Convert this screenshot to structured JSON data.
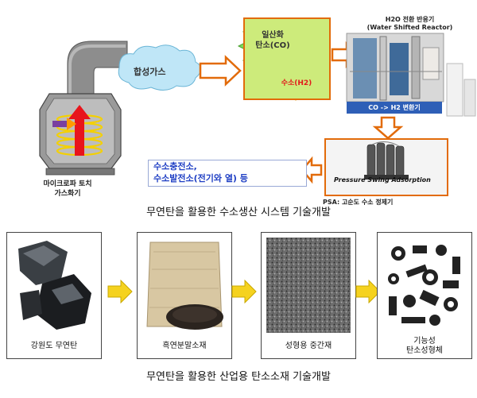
{
  "top": {
    "gasifier_label": [
      "마이크로파 토치",
      "가스화기"
    ],
    "syngas_label": "합성가스",
    "co_label": [
      "일산화",
      "탄소(CO)"
    ],
    "h2_label": "수소(H2)",
    "reactor_title": [
      "H2O 전환 반응기",
      "(Water Shifted Reactor)"
    ],
    "reactor_sub": "CO -> H2 변환기",
    "psa_inner": "Pressure Swing Adsorption",
    "psa_label": "PSA: 고순도 수소 정제기",
    "applications": [
      "수소충전소,",
      "수소발전소(전기와 열) 등"
    ],
    "caption": "무연탄을 활용한 수소생산 시스템 기술개발"
  },
  "bottom": {
    "steps": [
      {
        "label": "강원도 무연탄"
      },
      {
        "label": "흑연분말소재"
      },
      {
        "label": "성형용 중간재"
      },
      {
        "label": "기능성\n탄소성형체"
      }
    ],
    "caption": "무연탄을 활용한 산업용 탄소소재 기술개발"
  },
  "colors": {
    "arrow_orange": "#e26b0a",
    "arrow_yellow": "#f5d21f",
    "green_box": "#cdeb7b",
    "co_burst": "#7ee05a",
    "h2_burst": "#ffd21a",
    "apps_text": "#1f3fc4"
  }
}
